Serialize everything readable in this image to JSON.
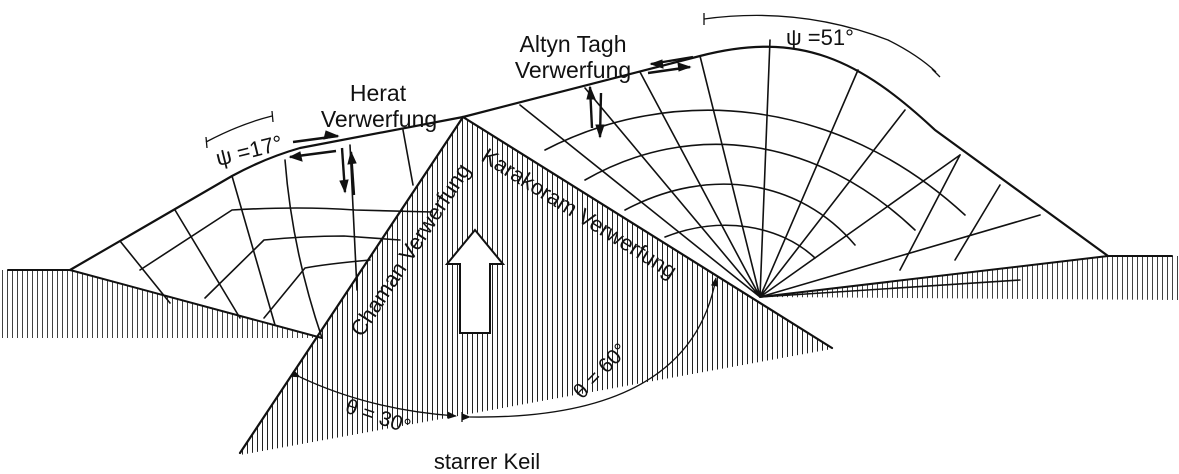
{
  "labels": {
    "herat_line1": "Herat",
    "herat_line2": "Verwerfung",
    "altyn_line1": "Altyn Tagh",
    "altyn_line2": "Verwerfung",
    "chaman": "Chaman Verwerfung",
    "karakoram": "Karakoram Verwerfung",
    "psi_left": "ψ =17°",
    "psi_right": "ψ =51°",
    "theta_left": "θ = 30°",
    "theta_right": "θ = 60°",
    "wedge": "starrer Keil"
  }
}
